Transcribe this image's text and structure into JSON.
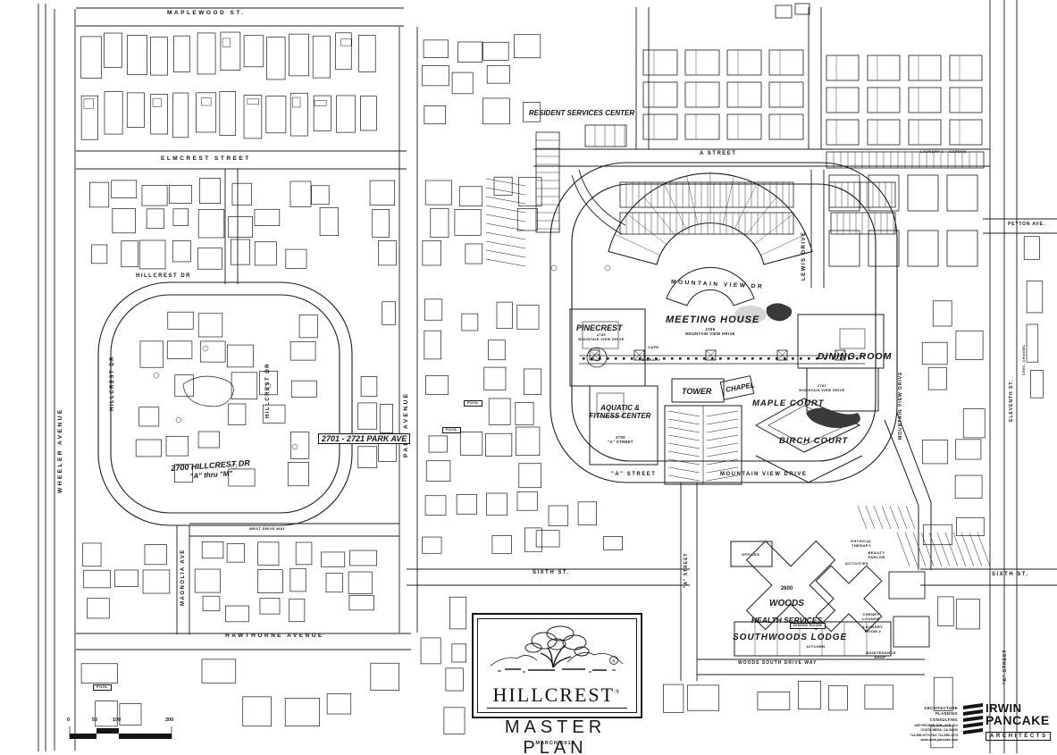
{
  "sheet": {
    "title_block": {
      "brand": "HILLCREST",
      "registered": "®",
      "title": "MASTER PLAN",
      "date": "MARCH 2010"
    },
    "architect_block": {
      "services": [
        "ARCHITECTURE",
        "PLANNING",
        "CONSULTING"
      ],
      "firm_line1": "IRWIN",
      "firm_line2": "PANCAKE",
      "firm_line3": "ARCHITECTS",
      "address": [
        "345 FISCHER AVE., STE. B-2",
        "COSTA MESA, CA 92626",
        "714-556-9774 FAX 714-556-1673",
        "www.irwin-pancake.com"
      ]
    },
    "scale_bar": {
      "ticks": [
        "0",
        "50",
        "100",
        "200"
      ]
    }
  },
  "streets": {
    "maplewood": "MAPLEWOOD ST.",
    "elmcrest": "ELMCREST STREET",
    "hillcrest_top": "HILLCREST DR",
    "hillcrest_west": "HILLCREST DR",
    "hillcrest_east": "HILLCREST DR",
    "wheeler": "WHEELER AVENUE",
    "magnolia": "MAGNOLIA AVE",
    "park_avenue": "PARK AVENUE",
    "hawthorne": "HAWTHORNE AVENUE",
    "west_drive_way": "WEST DRIVE WAY",
    "sixth_center": "SIXTH ST.",
    "sixth_east": "SIXTH ST.",
    "a_street_top": "A STREET",
    "a_street_center": "\"A\" STREET",
    "a_street_south": "\"A\" STREET",
    "mountain_view_top": "MOUNTAIN VIEW DR",
    "mountain_view_center": "MOUNTAIN VIEW DRIVE",
    "mountain_view_east": "MOUNTAIN VIEW DRIVE",
    "lewis_drive": "LEWIS DRIVE",
    "peyton": "PEYTON AVE.",
    "eleventh": "ELEVENTH ST.",
    "b_street": "\"B\" STREET",
    "woods_south_drive": "WOODS SOUTH DRIVE WAY",
    "conc_channel": "CONC. CHANNEL"
  },
  "places": {
    "resident_services": "RESIDENT SERVICES CENTER",
    "meeting_house": {
      "name": "MEETING HOUSE",
      "number": "2765",
      "street": "MOUNTAIN VIEW DRIVE"
    },
    "pinecrest": {
      "name": "PINECREST",
      "number": "2785",
      "street": "MOUNTAIN VIEW DRIVE"
    },
    "cafe": "CAFE",
    "library": "LIBRARY",
    "tower": "TOWER",
    "chapel": "CHAPEL",
    "dining_room": "DINING ROOM",
    "maple_court": {
      "name": "MAPLE COURT",
      "number": "2781",
      "street": "MOUNTAIN VIEW DRIVE"
    },
    "birch_court": "BIRCH COURT",
    "aquatic": {
      "name": "AQUATIC & FITNESS CENTER",
      "number": "2700",
      "street": "\"A\" STREET"
    },
    "hillcrest_homes": {
      "line1": "2700 HILLCREST DR",
      "line2": "\"A\" thru \"M\""
    },
    "park_homes": "2701 - 2721 PARK AVE",
    "woods_health": {
      "number": "2600",
      "line1": "WOODS",
      "line2": "HEALTH SERVICES"
    },
    "southwoods": "SOUTHWOODS LODGE",
    "offices": "OFFICES",
    "kitchen": "KITCHEN",
    "activities": "ACTIVITIES",
    "laundry_room_2": "LAUNDRY ROOM 2",
    "physical_therapy": "PHYSICAL THERAPY",
    "beauty_parlor": "BEAUTY PARLOR",
    "cheney_lounge": "CHENEY LOUNGE",
    "maintenance_shop": "MAINTENANCE SHOP",
    "lodge_dining": "DINING ROOM",
    "laundry_1": "LAUNDRY 1",
    "garden": "GARDEN",
    "pool": "POOL"
  }
}
